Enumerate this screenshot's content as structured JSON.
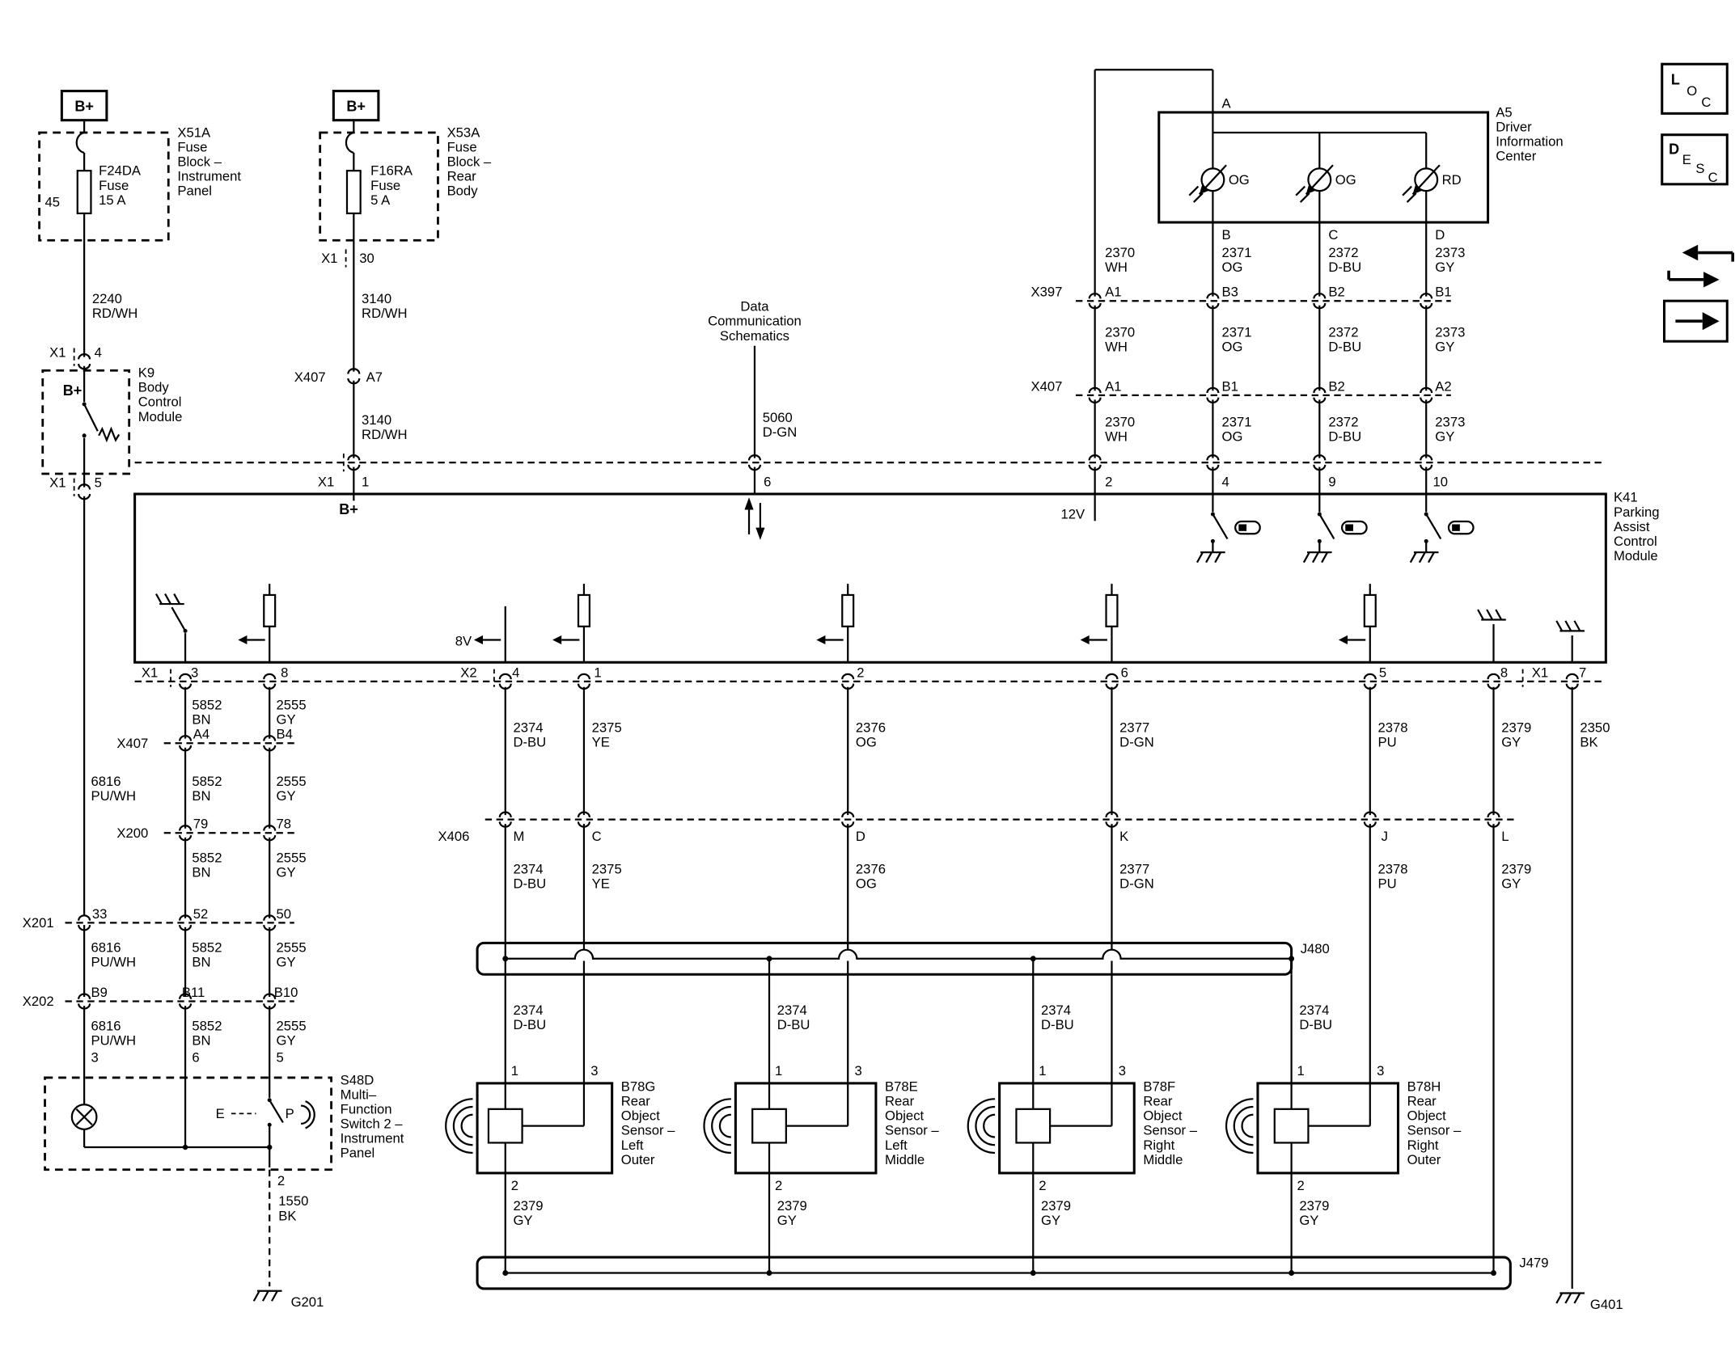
{
  "nav": {
    "loc": [
      "L",
      "O",
      "C"
    ],
    "desc": [
      "D",
      "E",
      "S",
      "C"
    ]
  },
  "power_a": {
    "bplus": "B+",
    "fuse_pin": "45",
    "fuse": [
      "F24DA",
      "Fuse",
      "15 A"
    ],
    "block": [
      "X51A",
      "Fuse",
      "Block –",
      "Instrument",
      "Panel"
    ],
    "wire": [
      "2240",
      "RD/WH"
    ]
  },
  "power_b": {
    "bplus": "B+",
    "fuse": [
      "F16RA",
      "Fuse",
      "5 A"
    ],
    "block": [
      "X53A",
      "Fuse",
      "Block –",
      "Rear",
      "Body"
    ],
    "out_conn": "X1",
    "out_pin": "30",
    "wire": [
      "3140",
      "RD/WH"
    ],
    "conn": "X407",
    "conn_pin": "A7"
  },
  "bcm": {
    "name": [
      "K9",
      "Body",
      "Control",
      "Module"
    ],
    "bplus": "B+",
    "in_conn": "X1",
    "in_pin": "4",
    "out_conn": "X1",
    "out_pin": "5"
  },
  "data_comm": {
    "title": [
      "Data",
      "Communication",
      "Schematics"
    ],
    "wire": [
      "5060",
      "D-GN"
    ]
  },
  "dic": {
    "name": [
      "A5",
      "Driver",
      "Information",
      "Center"
    ],
    "pin_top": "A",
    "pins_bottom": [
      "B",
      "C",
      "D"
    ],
    "leds": [
      "OG",
      "OG",
      "RD"
    ]
  },
  "x397": {
    "name": "X397",
    "pins": [
      "A1",
      "B3",
      "B2",
      "B1"
    ]
  },
  "x407_right": {
    "name": "X407",
    "pins": [
      "A1",
      "B1",
      "B2",
      "A2"
    ]
  },
  "dic_wires": {
    "w2370": [
      "2370",
      "WH"
    ],
    "w2371": [
      "2371",
      "OG"
    ],
    "w2372": [
      "2372",
      "D-BU"
    ],
    "w2373": [
      "2373",
      "GY"
    ]
  },
  "k41": {
    "name": [
      "K41",
      "Parking",
      "Assist",
      "Control",
      "Module"
    ],
    "bplus": "B+",
    "v12": "12V",
    "v8": "8V",
    "top": {
      "x1": "X1",
      "p1": "1",
      "p6": "6",
      "p2": "2",
      "p4": "4",
      "p9": "9",
      "p10": "10"
    },
    "bottom": {
      "x1l": "X1",
      "p3": "3",
      "p8l": "8",
      "x2": "X2",
      "p4": "4",
      "p1": "1",
      "p2": "2",
      "p6": "6",
      "p5": "5",
      "p8r": "8",
      "x1r": "X1",
      "p7": "7"
    }
  },
  "left_chain": {
    "x407": {
      "name": "X407",
      "pins": [
        "A4",
        "B4"
      ]
    },
    "x200": {
      "name": "X200",
      "pins": [
        "79",
        "78"
      ]
    },
    "x201": {
      "name": "X201",
      "pins": [
        "33",
        "52",
        "50"
      ]
    },
    "x202": {
      "name": "X202",
      "pins": [
        "B9",
        "B11",
        "B10"
      ]
    },
    "s48d_pins_top": [
      "3",
      "6",
      "5"
    ],
    "s48d_pin_bottom": "2"
  },
  "wires": {
    "w6816": [
      "6816",
      "PU/WH"
    ],
    "w5852": [
      "5852",
      "BN"
    ],
    "w2555": [
      "2555",
      "GY"
    ],
    "w1550": [
      "1550",
      "BK"
    ],
    "w2374": [
      "2374",
      "D-BU"
    ],
    "w2375": [
      "2375",
      "YE"
    ],
    "w2376": [
      "2376",
      "OG"
    ],
    "w2377": [
      "2377",
      "D-GN"
    ],
    "w2378": [
      "2378",
      "PU"
    ],
    "w2379": [
      "2379",
      "GY"
    ],
    "w2350": [
      "2350",
      "BK"
    ]
  },
  "s48d": {
    "name": [
      "S48D",
      "Multi–",
      "Function",
      "Switch 2 –",
      "Instrument",
      "Panel"
    ],
    "e": "E",
    "p": "P"
  },
  "x406": {
    "name": "X406",
    "pins": [
      "M",
      "C",
      "D",
      "K",
      "J",
      "L"
    ]
  },
  "splices": {
    "j480": "J480",
    "j479": "J479"
  },
  "grounds": {
    "g201": "G201",
    "g401": "G401"
  },
  "sensors": [
    {
      "name": "B78G",
      "desc": [
        "Rear",
        "Object",
        "Sensor –",
        "Left",
        "Outer"
      ],
      "pin1": "1",
      "pin3": "3",
      "pin2": "2"
    },
    {
      "name": "B78E",
      "desc": [
        "Rear",
        "Object",
        "Sensor –",
        "Left",
        "Middle"
      ],
      "pin1": "1",
      "pin3": "3",
      "pin2": "2"
    },
    {
      "name": "B78F",
      "desc": [
        "Rear",
        "Object",
        "Sensor –",
        "Right",
        "Middle"
      ],
      "pin1": "1",
      "pin3": "3",
      "pin2": "2"
    },
    {
      "name": "B78H",
      "desc": [
        "Rear",
        "Object",
        "Sensor –",
        "Right",
        "Outer"
      ],
      "pin1": "1",
      "pin3": "3",
      "pin2": "2"
    }
  ]
}
